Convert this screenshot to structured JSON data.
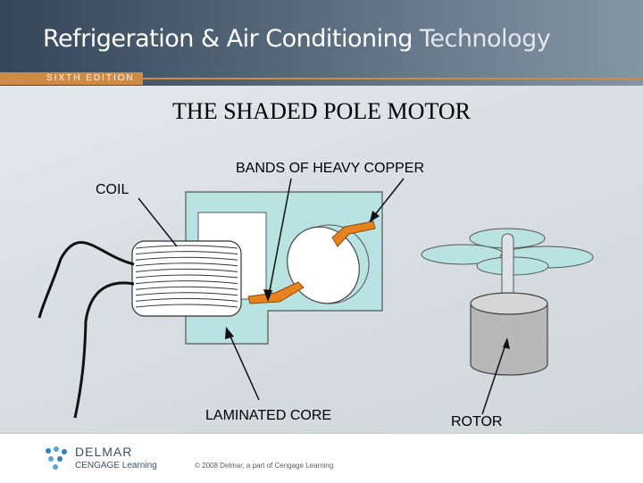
{
  "header": {
    "title_part1": "Refrigeration",
    "title_part2": " & Air Conditioning",
    "title_part3": " Technology",
    "edition": "SIXTH EDITION"
  },
  "slide": {
    "title": "THE SHADED POLE MOTOR"
  },
  "diagram": {
    "labels": {
      "copper_bands": "BANDS OF HEAVY COPPER",
      "coil": "COIL",
      "core": "LAMINATED CORE",
      "rotor": "ROTOR"
    }
  },
  "footer": {
    "brand": "DELMAR",
    "brand_sub": "CENGAGE Learning",
    "copyright": "© 2008 Delmar, a part of Cengage Learning"
  },
  "colors": {
    "core_fill": "#b9e3e3",
    "copper": "#e8821e",
    "accent_orange": "#cf8a45"
  }
}
